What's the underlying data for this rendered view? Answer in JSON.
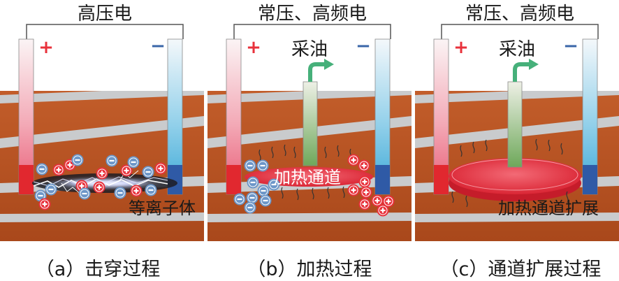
{
  "colors": {
    "positive": "#e8313b",
    "negative": "#3a66a8",
    "rock": "#b4501f",
    "gray_layer": "#c9cbcd",
    "heat": "#ee3344",
    "extract_arrow": "#46b07a"
  },
  "panels": [
    {
      "power_label": "高压电",
      "plus_sign": "+",
      "minus_sign": "−",
      "extract_label": "",
      "process_label": "等离子体",
      "caption": "（a）击穿过程"
    },
    {
      "power_label": "常压、高频电",
      "plus_sign": "+",
      "minus_sign": "−",
      "extract_label": "采油",
      "process_label": "加热通道",
      "caption": "（b）加热过程"
    },
    {
      "power_label": "常压、高频电",
      "plus_sign": "+",
      "minus_sign": "−",
      "extract_label": "采油",
      "process_label": "加热通道扩展",
      "caption": "（c）通道扩展过程"
    }
  ]
}
